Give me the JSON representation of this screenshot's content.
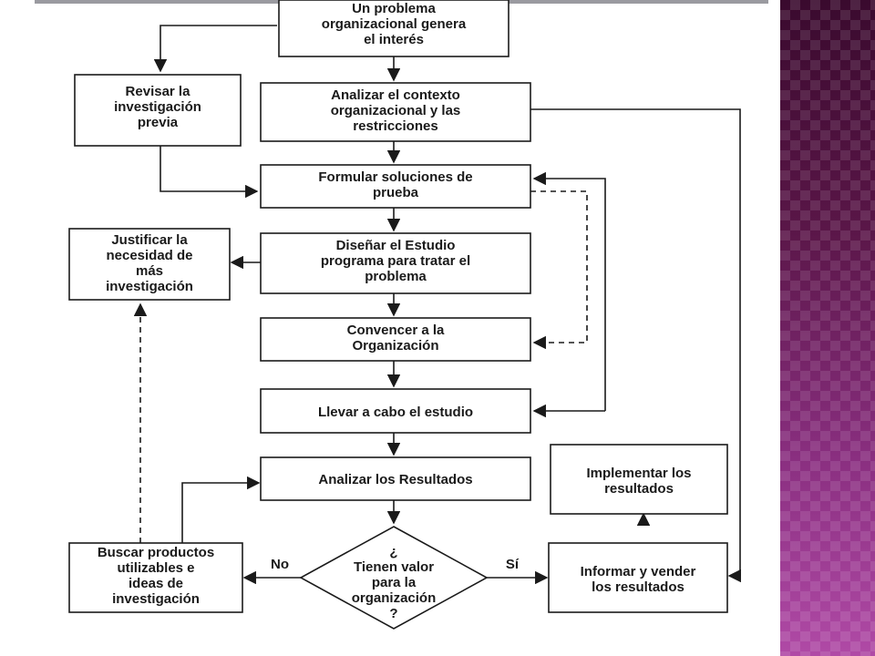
{
  "diagram": {
    "colors": {
      "accent_panel": "#7a2a6e",
      "stroke": "#1a1a1a"
    },
    "nodes": {
      "problema": "Un problema\norganizacional genera\nel interés",
      "revisar": "Revisar la\ninvestigación\nprevia",
      "analizar_contexto": "Analizar el contexto\norganizacional y las\nrestricciones",
      "formular": "Formular soluciones de\nprueba",
      "justificar": "Justificar la\nnecesidad de\nmás\ninvestigación",
      "disenar": "Diseñar el Estudio\nprograma para tratar el\nproblema",
      "convencer": "Convencer a la\nOrganización",
      "llevar": "Llevar a cabo el estudio",
      "analizar_resultados": "Analizar los Resultados",
      "implementar": "Implementar los\nresultados",
      "decision": "¿\nTienen valor\npara la\norganización\n?",
      "buscar": "Buscar productos\nutilizables e\nideas de\ninvestigación",
      "informar": "Informar y vender\nlos resultados"
    },
    "edge_labels": {
      "no": "No",
      "si": "Sí"
    }
  }
}
